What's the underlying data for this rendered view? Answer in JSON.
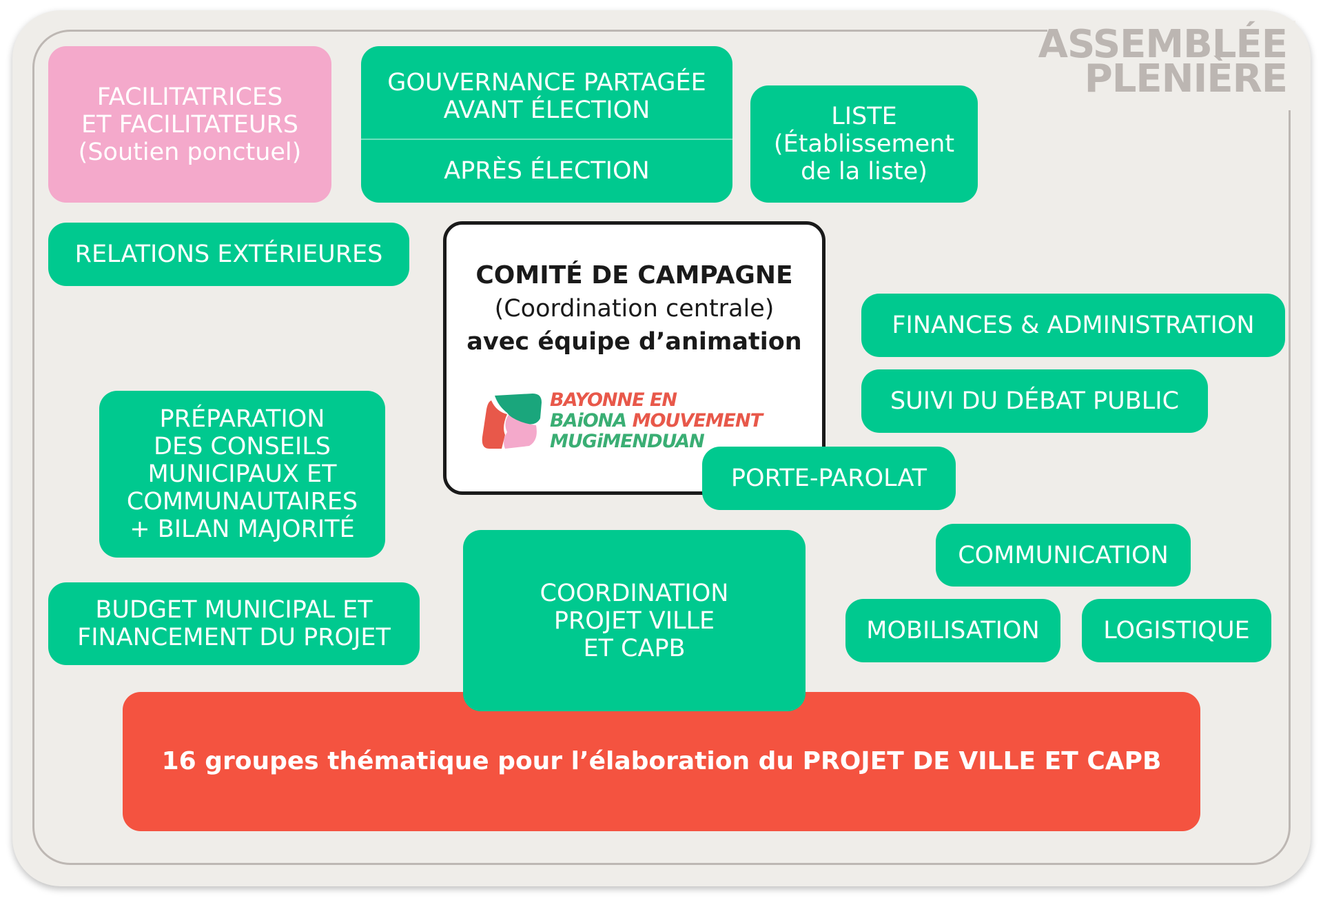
{
  "colors": {
    "green": "#00c98f",
    "pink": "#f4a9cb",
    "red": "#f45340",
    "gray": "#bcb6b2"
  },
  "assembly": {
    "line1": "ASSEMBLÉE",
    "line2": "PLENIÈRE"
  },
  "facilitators": {
    "line1": "FACILITATRICES",
    "line2": "ET FACILITATEURS",
    "line3": "(Soutien ponctuel)"
  },
  "governance": {
    "line1": "GOUVERNANCE PARTAGÉE",
    "line2": "AVANT ÉLECTION",
    "after": "APRÈS ÉLECTION"
  },
  "list": {
    "line1": "LISTE",
    "line2": "(Établissement",
    "line3": "de la liste)"
  },
  "relations": "RELATIONS EXTÉRIEURES",
  "committee": {
    "title": "COMITÉ DE CAMPAGNE",
    "subtitle": "(Coordination centrale)",
    "team": "avec équipe d’animation",
    "logo": {
      "line1": "BAYONNE EN",
      "line2a": "BAiONA",
      "line2b": "MOUVEMENT",
      "line3": "MUGiMENDUAN"
    }
  },
  "finances": "FINANCES & ADMINISTRATION",
  "debate": "SUIVI  DU DÉBAT PUBLIC",
  "spokesperson": "PORTE-PAROLAT",
  "councils": {
    "line1": "PRÉPARATION",
    "line2": "DES CONSEILS",
    "line3": "MUNICIPAUX ET",
    "line4": "COMMUNAUTAIRES",
    "line5": "+ BILAN MAJORITÉ"
  },
  "communication": "COMMUNICATION",
  "mobilisation": "MOBILISATION",
  "logistics": "LOGISTIQUE",
  "budget": {
    "line1": "BUDGET MUNICIPAL ET",
    "line2": "FINANCEMENT DU PROJET"
  },
  "coordination": {
    "line1": "COORDINATION",
    "line2": "PROJET VILLE",
    "line3": "ET CAPB"
  },
  "thematic": "16 groupes thématique pour l’élaboration du PROJET DE VILLE ET CAPB"
}
